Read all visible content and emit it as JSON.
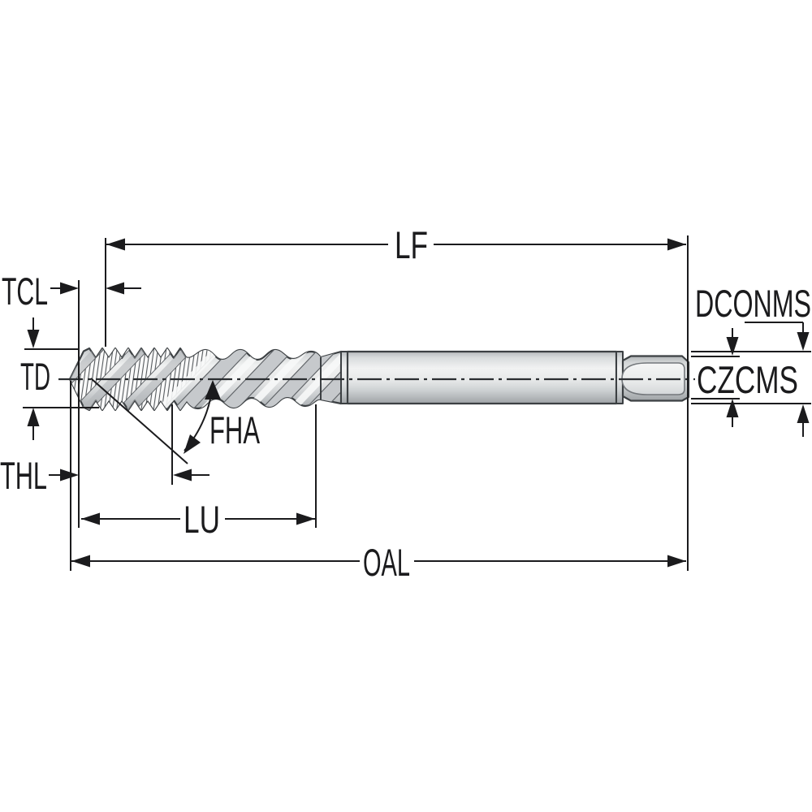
{
  "diagram": {
    "background": "#ffffff",
    "colors": {
      "dimension_line": "#1b1b1d",
      "tool_outline": "#3c4043",
      "body_highlight": "#f1f2f2",
      "body_shadow": "#a0a4a7",
      "groove_gray": "#c6c9cc"
    },
    "labels": {
      "lf": "LF",
      "tcl": "TCL",
      "td": "TD",
      "thl": "THL",
      "lu": "LU",
      "oal": "OAL",
      "fha": "FHA",
      "dconms": "DCONMS",
      "czcms": "CZCMS"
    }
  }
}
